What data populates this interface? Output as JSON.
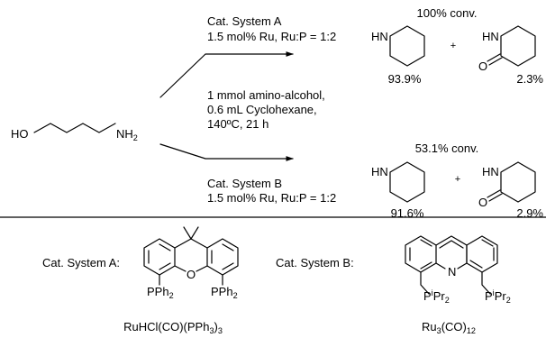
{
  "reactant": {
    "ho": "HO",
    "nh": "NH",
    "nh_sub": "2"
  },
  "system_a": {
    "title": "Cat. System A",
    "loading": "1.5 mol% Ru, Ru:P = 1:2",
    "conversion": "100% conv.",
    "piperidine_yield": "93.9%",
    "lactam_yield": "2.3%"
  },
  "conditions": {
    "line1": "1 mmol amino-alcohol,",
    "line2": "0.6 mL Cyclohexane,",
    "line3": "140ºC, 21 h"
  },
  "system_b": {
    "title": "Cat. System B",
    "loading": "1.5 mol% Ru, Ru:P = 1:2",
    "conversion": "53.1% conv.",
    "piperidine_yield": "91.6%",
    "lactam_yield": "2.9%"
  },
  "product_labels": {
    "hn": "HN",
    "o": "O",
    "plus": "+"
  },
  "legend": {
    "system_a_label": "Cat. System A:",
    "system_b_label": "Cat. System B:",
    "xantphos_o": "O",
    "pph": "PPh",
    "pph_sub": "2",
    "acridine_n": "N",
    "pipr_p": "P",
    "pipr_sup": "i",
    "pipr_pr": "Pr",
    "pipr_sub": "2",
    "precursor_a": {
      "a": "RuHCl(CO)(PPh",
      "a_sub": "3",
      "b": ")",
      "b_sub": "3"
    },
    "precursor_b": {
      "a": "Ru",
      "a_sub": "3",
      "b": "(CO)",
      "b_sub": "12"
    }
  }
}
